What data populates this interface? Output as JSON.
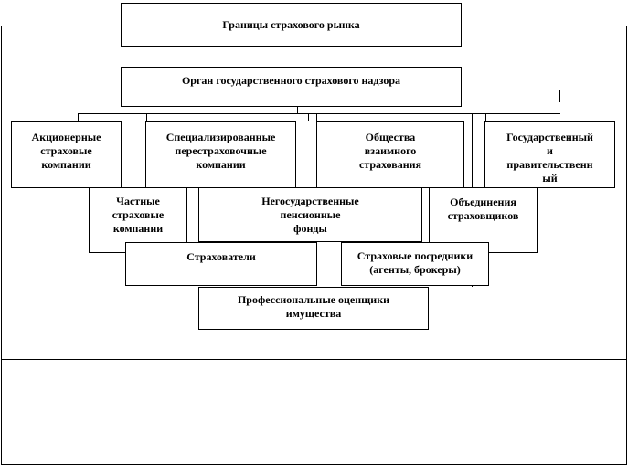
{
  "diagram": {
    "title": "Границы страхового рынка",
    "supervisor": "Орган государственного страхового надзора",
    "row1": [
      {
        "id": "joint-stock",
        "label": "Акционерные\nстраховые\nкомпании"
      },
      {
        "id": "reinsurance",
        "label": "Специализированные\nперестраховочные\nкомпании"
      },
      {
        "id": "mutual",
        "label": "Общества\nвзаимного\nстрахования"
      },
      {
        "id": "state",
        "label": "Государственный\nи\nправительственн\nый"
      }
    ],
    "row2": [
      {
        "id": "private",
        "label": "Частные\nстраховые\nкомпании"
      },
      {
        "id": "pension",
        "label": "Негосударственные\nпенсионные\nфонды"
      },
      {
        "id": "associations",
        "label": "Объединения\nстраховщиков"
      }
    ],
    "row3": [
      {
        "id": "policyholders",
        "label": "Страхователи"
      },
      {
        "id": "intermediaries",
        "label": "Страховые посредники\n(агенты, брокеры)"
      }
    ],
    "appraisers": "Профессиональные оценщики\nимущества"
  }
}
